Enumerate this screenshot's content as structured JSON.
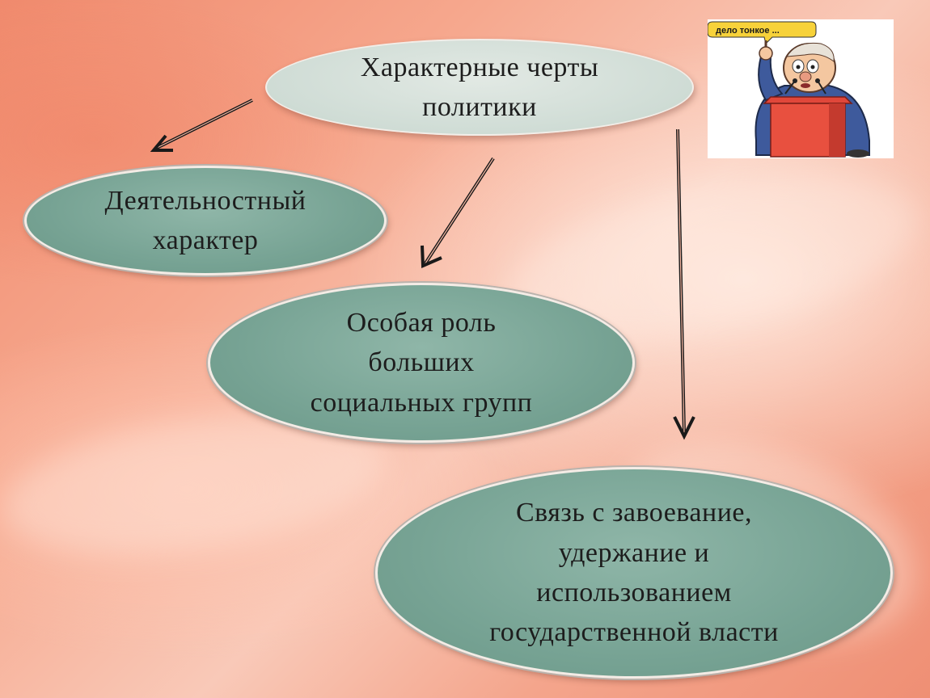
{
  "title_node": {
    "text": "Характерные черты\nполитики"
  },
  "nodes": [
    {
      "text": "Деятельностный\nхарактер"
    },
    {
      "text": "Особая роль\nбольших\nсоциальных  групп"
    },
    {
      "text": "Связь с завоевание,\nудержание и\nиспользованием\nгосударственной  власти"
    }
  ],
  "cartoon": {
    "speech": "дело тонкое ..."
  },
  "colors": {
    "node_fill": "#77a394",
    "title_fill": "#cfdcd5",
    "arrow": "#1a1a1a"
  }
}
